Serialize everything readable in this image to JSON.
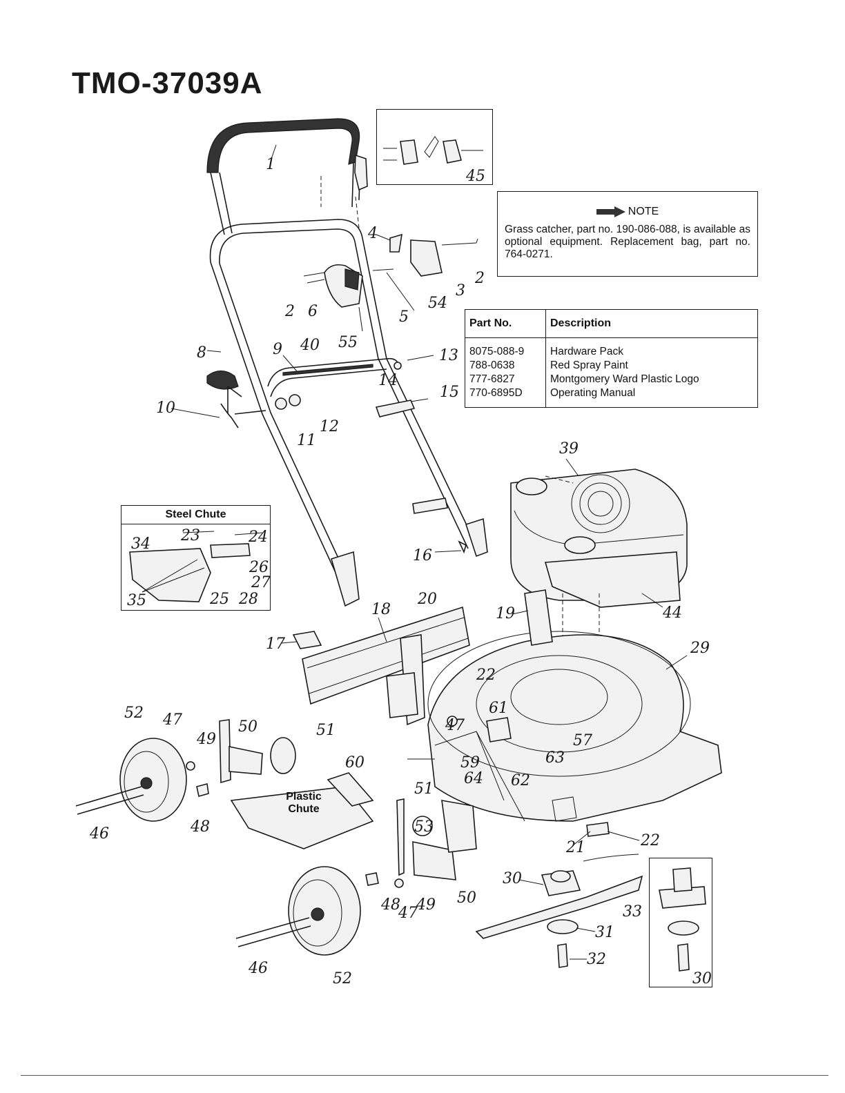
{
  "title": "TMO-37039A",
  "note": {
    "heading": "NOTE",
    "text": "Grass catcher, part no. 190-086-088, is available as optional equipment. Replacement bag, part no. 764-0271."
  },
  "parts_table": {
    "headers": [
      "Part No.",
      "Description"
    ],
    "rows": [
      {
        "part_no": "8075-088-9",
        "description": "Hardware Pack"
      },
      {
        "part_no": "788-0638",
        "description": "Red Spray Paint"
      },
      {
        "part_no": "777-6827",
        "description": "Montgomery Ward Plastic Logo"
      },
      {
        "part_no": "770-6895D",
        "description": "Operating Manual"
      }
    ]
  },
  "steel_chute": {
    "title": "Steel Chute",
    "callouts": [
      "34",
      "23",
      "24",
      "26",
      "27",
      "35",
      "25",
      "28"
    ]
  },
  "plastic_chute": {
    "line1": "Plastic",
    "line2": "Chute"
  },
  "callouts": [
    "1",
    "45",
    "4",
    "2",
    "3",
    "2",
    "6",
    "5",
    "54",
    "40",
    "55",
    "8",
    "9",
    "13",
    "14",
    "15",
    "10",
    "11",
    "12",
    "39",
    "16",
    "44",
    "18",
    "20",
    "19",
    "17",
    "29",
    "22",
    "52",
    "47",
    "49",
    "50",
    "51",
    "47",
    "61",
    "57",
    "63",
    "59",
    "64",
    "62",
    "60",
    "46",
    "48",
    "51",
    "53",
    "21",
    "22",
    "30",
    "33",
    "50",
    "48",
    "47",
    "49",
    "31",
    "32",
    "46",
    "52",
    "30"
  ]
}
